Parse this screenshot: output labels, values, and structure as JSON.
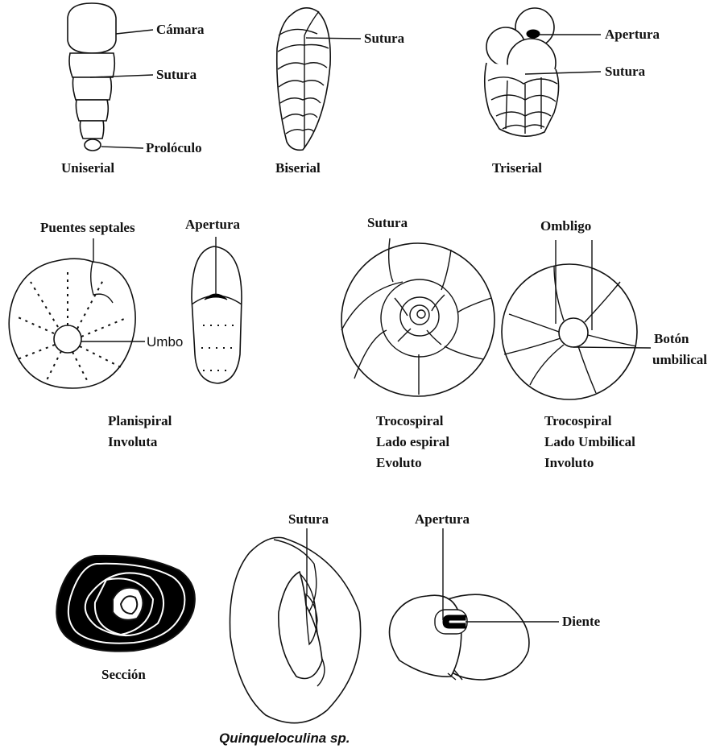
{
  "labels": {
    "camara": "Cámara",
    "sutura_uniserial": "Sutura",
    "proloculo": "Prolóculo",
    "uniserial": "Uniserial",
    "sutura_biserial": "Sutura",
    "biserial": "Biserial",
    "apertura_triserial": "Apertura",
    "sutura_triserial": "Sutura",
    "triserial": "Triserial",
    "puentes_septales": "Puentes septales",
    "apertura_planispiral": "Apertura",
    "umbo": "Umbo",
    "planispiral_line1": "Planispiral",
    "planispiral_line2": "Involuta",
    "sutura_trocospiral": "Sutura",
    "troco_espiral_line1": "Trocospiral",
    "troco_espiral_line2": "Lado espiral",
    "troco_espiral_line3": "Evoluto",
    "ombligo": "Ombligo",
    "boton_line1": "Botón",
    "boton_line2": "umbilical",
    "troco_umbilical_line1": "Trocospiral",
    "troco_umbilical_line2": "Lado Umbilical",
    "troco_umbilical_line3": "Involuto",
    "sutura_quinque": "Sutura",
    "apertura_quinque": "Apertura",
    "diente": "Diente",
    "seccion": "Sección",
    "quinque_caption": "Quinqueloculina sp."
  }
}
